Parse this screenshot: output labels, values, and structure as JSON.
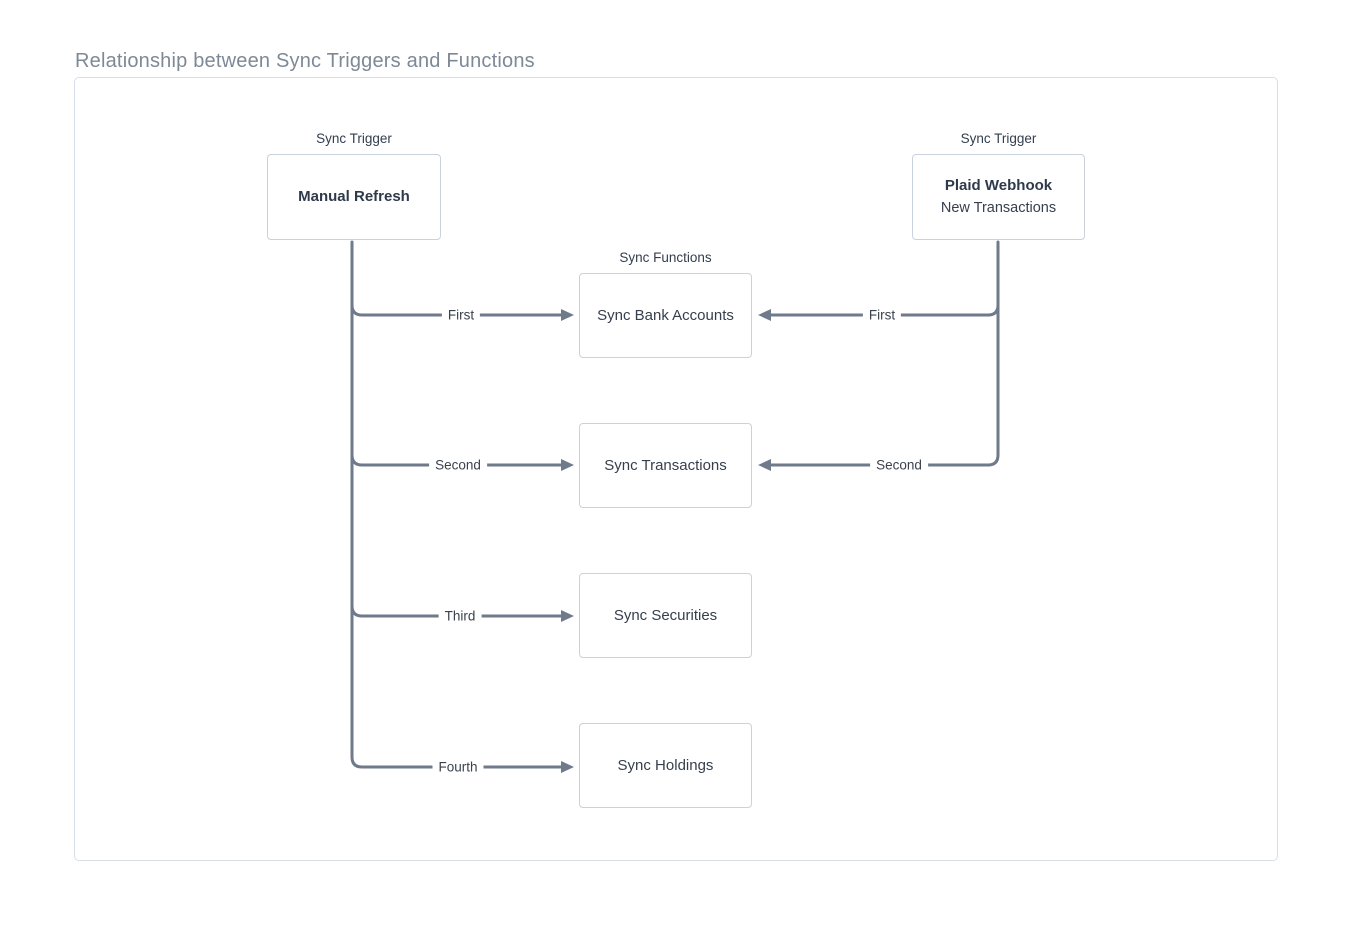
{
  "title": "Relationship between Sync Triggers and Functions",
  "diagram": {
    "trigger_caption": "Sync Trigger",
    "functions_caption": "Sync Functions",
    "triggers": {
      "manual": {
        "name": "Manual Refresh"
      },
      "plaid": {
        "name": "Plaid Webhook",
        "subtitle": "New Transactions"
      }
    },
    "functions": {
      "bank_accounts": "Sync Bank Accounts",
      "transactions": "Sync Transactions",
      "securities": "Sync Securities",
      "holdings": "Sync Holdings"
    },
    "edge_labels": {
      "left": [
        "First",
        "Second",
        "Third",
        "Fourth"
      ],
      "right": [
        "First",
        "Second"
      ]
    },
    "colors": {
      "line": "#6f7a8a",
      "box_border": "#c9d3de",
      "container_border": "#d6dfe8",
      "title_text": "#7e8996",
      "dark_text": "#2e3a4a"
    }
  }
}
